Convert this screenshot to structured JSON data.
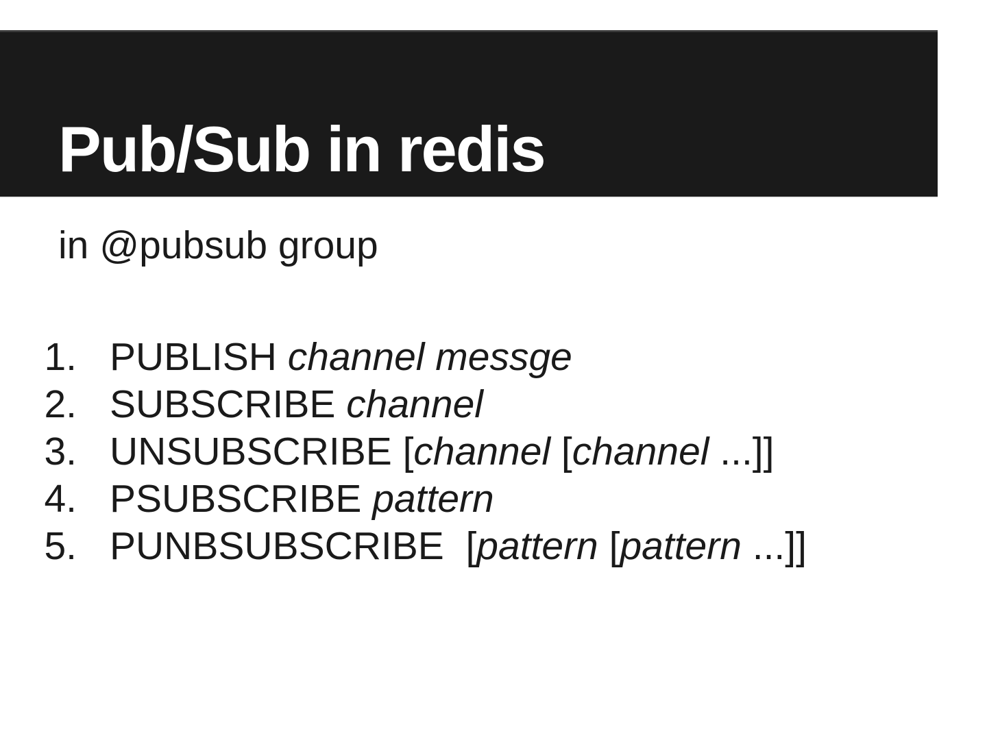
{
  "slide": {
    "title": "Pub/Sub in redis",
    "subtitle": "in @pubsub group",
    "colors": {
      "background": "#ffffff",
      "bar_bg": "#1a1a1a",
      "bar_top_edge": "#3a3a3a",
      "title_text": "#ffffff",
      "body_text": "#1a1a1a"
    },
    "commands": {
      "items": [
        {
          "number": "1.",
          "segments": {
            "s0": "PUBLISH ",
            "s1": "channel messge"
          }
        },
        {
          "number": "2.",
          "segments": {
            "s0": "SUBSCRIBE ",
            "s1": "channel"
          }
        },
        {
          "number": "3.",
          "segments": {
            "s0": "UNSUBSCRIBE [",
            "s1": "channel",
            "s2": " [",
            "s3": "channel",
            "s4": " ...]]"
          }
        },
        {
          "number": "4.",
          "segments": {
            "s0": "PSUBSCRIBE ",
            "s1": "pattern"
          }
        },
        {
          "number": "5.",
          "segments": {
            "s0": "PUNBSUBSCRIBE  [",
            "s1": "pattern",
            "s2": " [",
            "s3": "pattern",
            "s4": " ...]]"
          }
        }
      ]
    }
  }
}
